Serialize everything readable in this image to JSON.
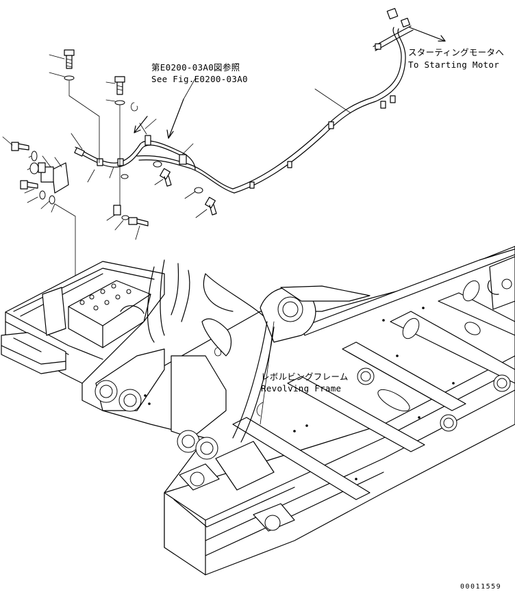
{
  "callouts": {
    "fig_ref_jp": "第E0200-03A0図参照",
    "fig_ref_en": "See Fig.E0200-03A0",
    "motor_jp": "スターティングモータへ",
    "motor_en": "To Starting Motor",
    "frame_jp": "レボルビングフレーム",
    "frame_en": "Revolving Frame"
  },
  "drawing_number": "00011559"
}
